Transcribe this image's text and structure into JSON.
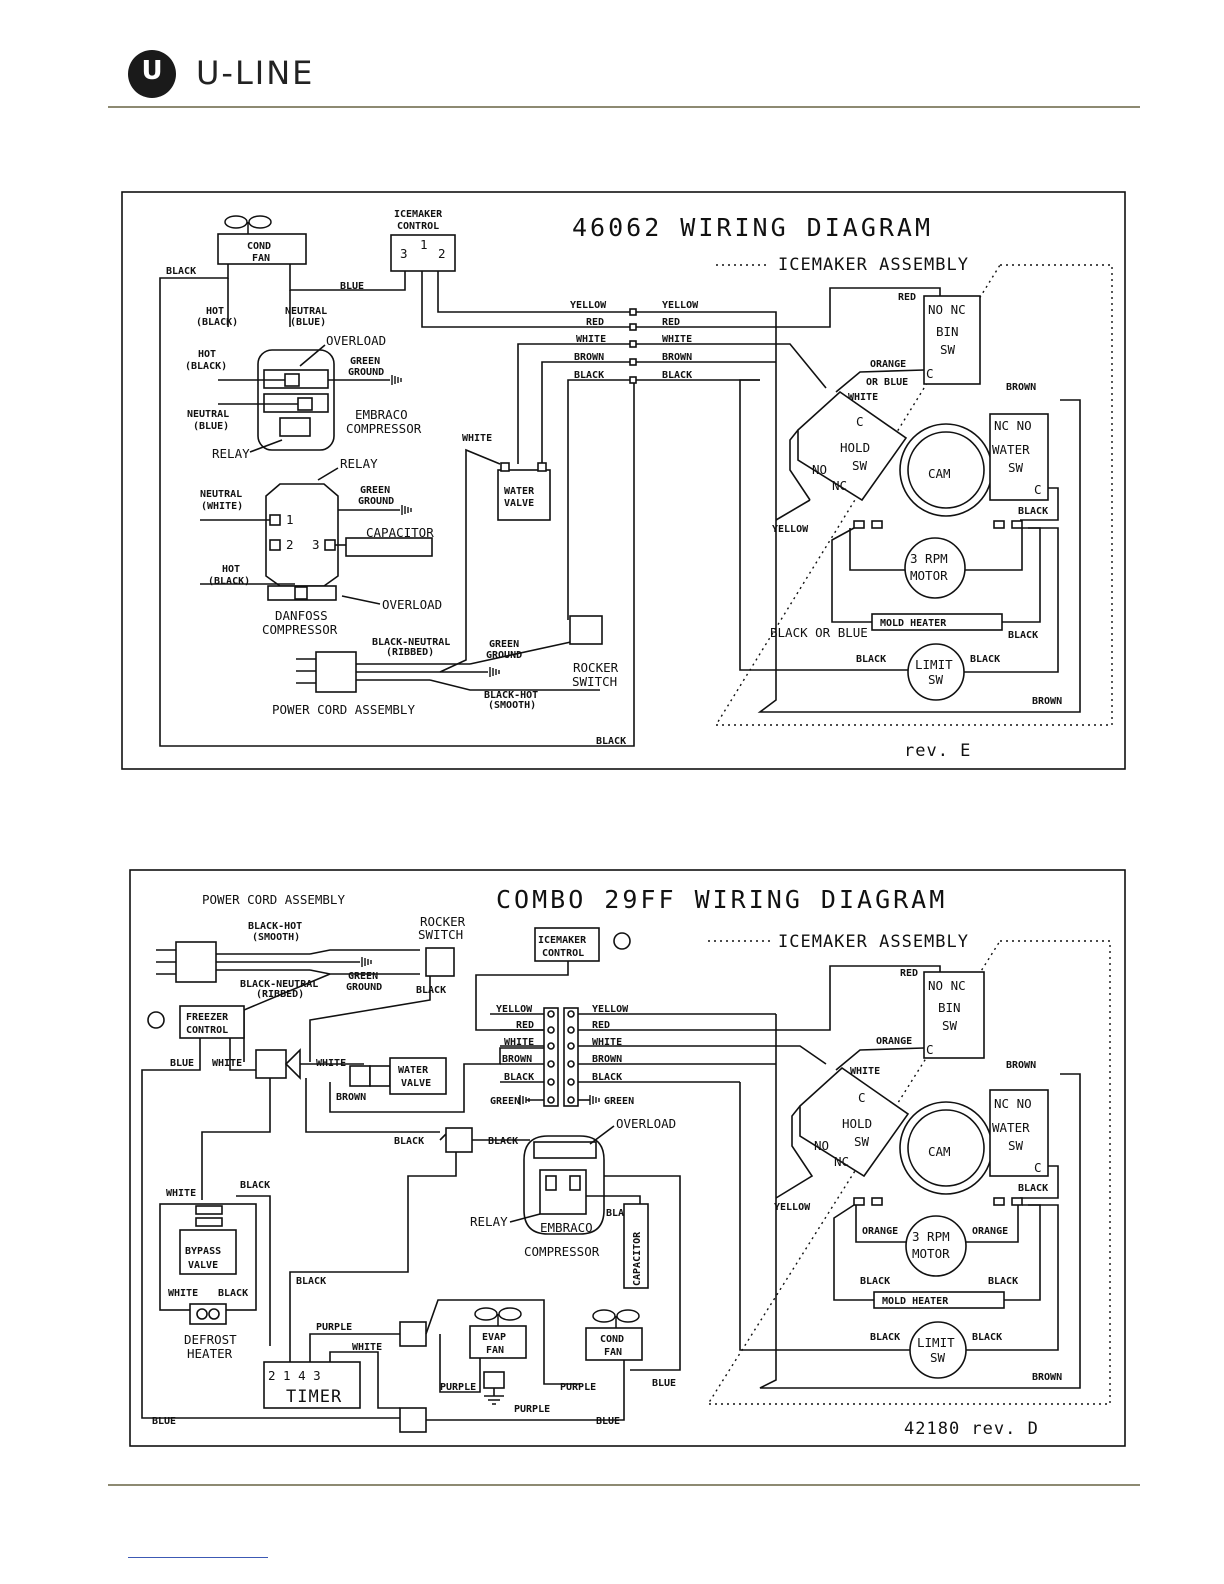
{
  "header": {
    "brand": "U-LINE",
    "logo_letter": "U"
  },
  "diagram1": {
    "title": "46062 WIRING DIAGRAM",
    "revision": "rev. E",
    "icemaker_assembly": "ICEMAKER ASSEMBLY",
    "icemaker_control": [
      "ICEMAKER",
      "CONTROL"
    ],
    "control_terminals": [
      "3",
      "1",
      "2"
    ],
    "cond_fan": [
      "COND",
      "FAN"
    ],
    "wire_colors": [
      "YELLOW",
      "RED",
      "WHITE",
      "BROWN",
      "BLACK"
    ],
    "labels": {
      "black": "BLACK",
      "blue": "BLUE",
      "white": "WHITE",
      "yellow": "YELLOW",
      "red": "RED",
      "brown": "BROWN",
      "hot_black": [
        "HOT",
        "(BLACK)"
      ],
      "neutral_blue": [
        "NEUTRAL",
        "(BLUE)"
      ],
      "neutral_white": [
        "NEUTRAL",
        "(WHITE)"
      ],
      "overload": "OVERLOAD",
      "green_ground": [
        "GREEN",
        "GROUND"
      ],
      "embraco": [
        "EMBRACO",
        "COMPRESSOR"
      ],
      "relay": "RELAY",
      "capacitor": "CAPACITOR",
      "danfoss": [
        "DANFOSS",
        "COMPRESSOR"
      ],
      "relay_pins": [
        "1",
        "2",
        "3"
      ],
      "water_valve": [
        "WATER",
        "VALVE"
      ],
      "black_neutral": [
        "BLACK-NEUTRAL",
        "(RIBBED)"
      ],
      "black_hot": [
        "BLACK-HOT",
        "(SMOOTH)"
      ],
      "rocker_switch": [
        "ROCKER",
        "SWITCH"
      ],
      "power_cord": "POWER CORD ASSEMBLY",
      "bin_sw": [
        "NO NC",
        "BIN",
        "SW",
        "C"
      ],
      "orange_or_blue": [
        "ORANGE",
        "OR BLUE"
      ],
      "hold_sw": [
        "C",
        "HOLD",
        "SW",
        "NO",
        "NC"
      ],
      "cam": "CAM",
      "water_sw": [
        "NC NO",
        "WATER",
        "SW",
        "C"
      ],
      "motor": [
        "3 RPM",
        "MOTOR"
      ],
      "mold_heater": "MOLD HEATER",
      "black_or_blue": "BLACK OR BLUE",
      "limit_sw": [
        "LIMIT",
        "SW"
      ]
    }
  },
  "diagram2": {
    "title": "COMBO 29FF WIRING DIAGRAM",
    "revision": "42180 rev. D",
    "icemaker_assembly": "ICEMAKER ASSEMBLY",
    "power_cord": "POWER CORD ASSEMBLY",
    "icemaker_control": [
      "ICEMAKER",
      "CONTROL"
    ],
    "wire_colors": [
      "YELLOW",
      "RED",
      "WHITE",
      "BROWN",
      "BLACK"
    ],
    "labels": {
      "black_hot": [
        "BLACK-HOT",
        "(SMOOTH)"
      ],
      "black_neutral": [
        "BLACK-NEUTRAL",
        "(RIBBED)"
      ],
      "green_ground": [
        "GREEN",
        "GROUND"
      ],
      "rocker_switch": [
        "ROCKER",
        "SWITCH"
      ],
      "black": "BLACK",
      "freezer_control": [
        "FREEZER",
        "CONTROL"
      ],
      "blue": "BLUE",
      "white": "WHITE",
      "water_valve": [
        "WATER",
        "VALVE"
      ],
      "brown": "BROWN",
      "green": "GREEN",
      "overload": "OVERLOAD",
      "relay": "RELAY",
      "embraco": "EMBRACO",
      "compressor": "COMPRESSOR",
      "capacitor": "CAPACITOR",
      "bypass_valve": [
        "BYPASS",
        "VALVE"
      ],
      "defrost_heater": [
        "DEFROST",
        "HEATER"
      ],
      "purple": "PURPLE",
      "timer_pins": "2  1  4  3",
      "timer": "TIMER",
      "evap_fan": [
        "EVAP",
        "FAN"
      ],
      "cond_fan": [
        "COND",
        "FAN"
      ],
      "red": "RED",
      "orange": "ORANGE",
      "yellow": "YELLOW",
      "bin_sw": [
        "NO NC",
        "BIN",
        "SW",
        "C"
      ],
      "hold_sw": [
        "C",
        "HOLD",
        "SW",
        "NO",
        "NC"
      ],
      "cam": "CAM",
      "water_sw": [
        "NC NO",
        "WATER",
        "SW",
        "C"
      ],
      "motor": [
        "3 RPM",
        "MOTOR"
      ],
      "mold_heater": "MOLD HEATER",
      "limit_sw": [
        "LIMIT",
        "SW"
      ]
    }
  }
}
